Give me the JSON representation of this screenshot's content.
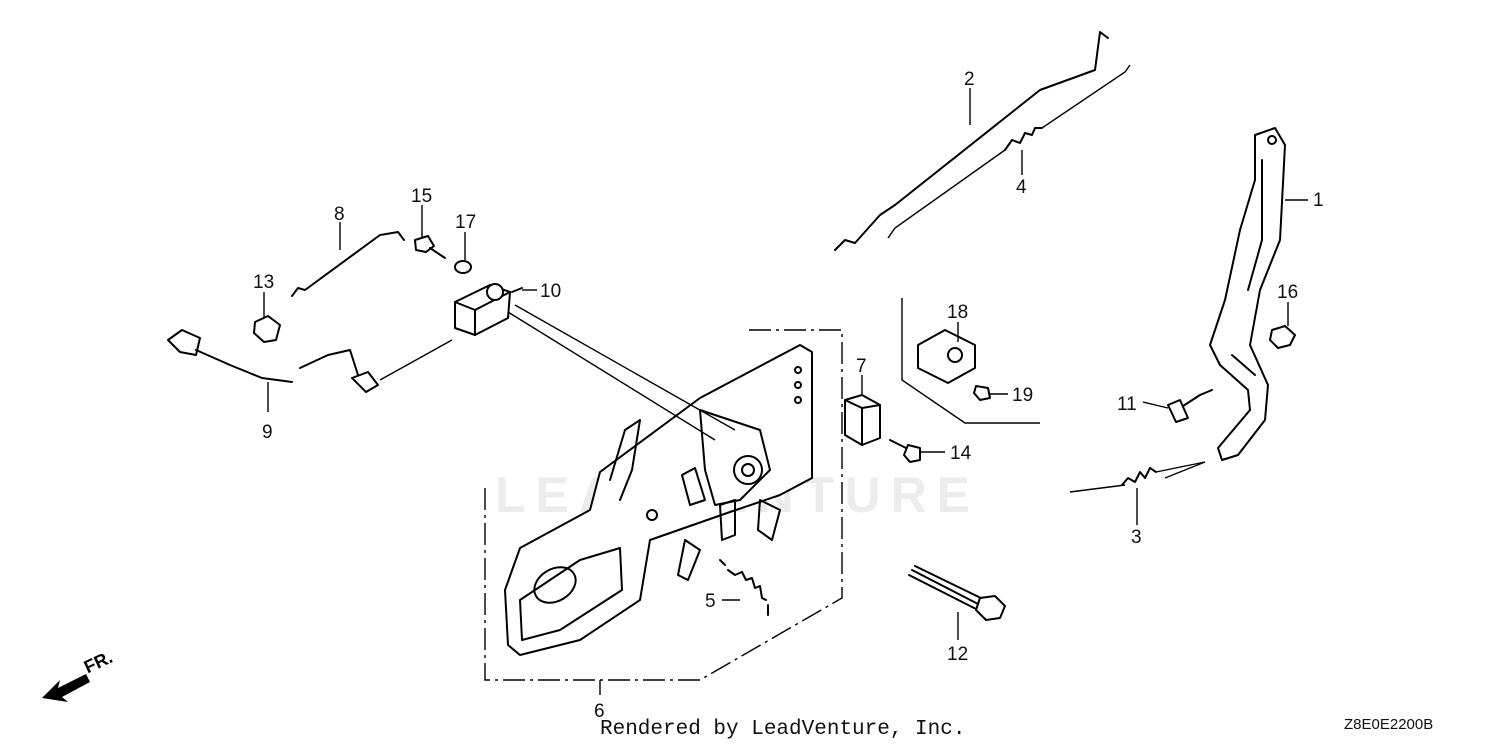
{
  "watermark": "LEADVENTURE",
  "callouts": [
    {
      "id": "1",
      "text": "1"
    },
    {
      "id": "2",
      "text": "2"
    },
    {
      "id": "3",
      "text": "3"
    },
    {
      "id": "4",
      "text": "4"
    },
    {
      "id": "5",
      "text": "5"
    },
    {
      "id": "6",
      "text": "6"
    },
    {
      "id": "7",
      "text": "7"
    },
    {
      "id": "8",
      "text": "8"
    },
    {
      "id": "9",
      "text": "9"
    },
    {
      "id": "10",
      "text": "10"
    },
    {
      "id": "11",
      "text": "11"
    },
    {
      "id": "12",
      "text": "12"
    },
    {
      "id": "13",
      "text": "13"
    },
    {
      "id": "14",
      "text": "14"
    },
    {
      "id": "15",
      "text": "15"
    },
    {
      "id": "16",
      "text": "16"
    },
    {
      "id": "17",
      "text": "17"
    },
    {
      "id": "18",
      "text": "18"
    },
    {
      "id": "19",
      "text": "19"
    }
  ],
  "direction_indicator": "FR.",
  "credit": "Rendered by LeadVenture, Inc.",
  "diagram_code": "Z8E0E2200B"
}
